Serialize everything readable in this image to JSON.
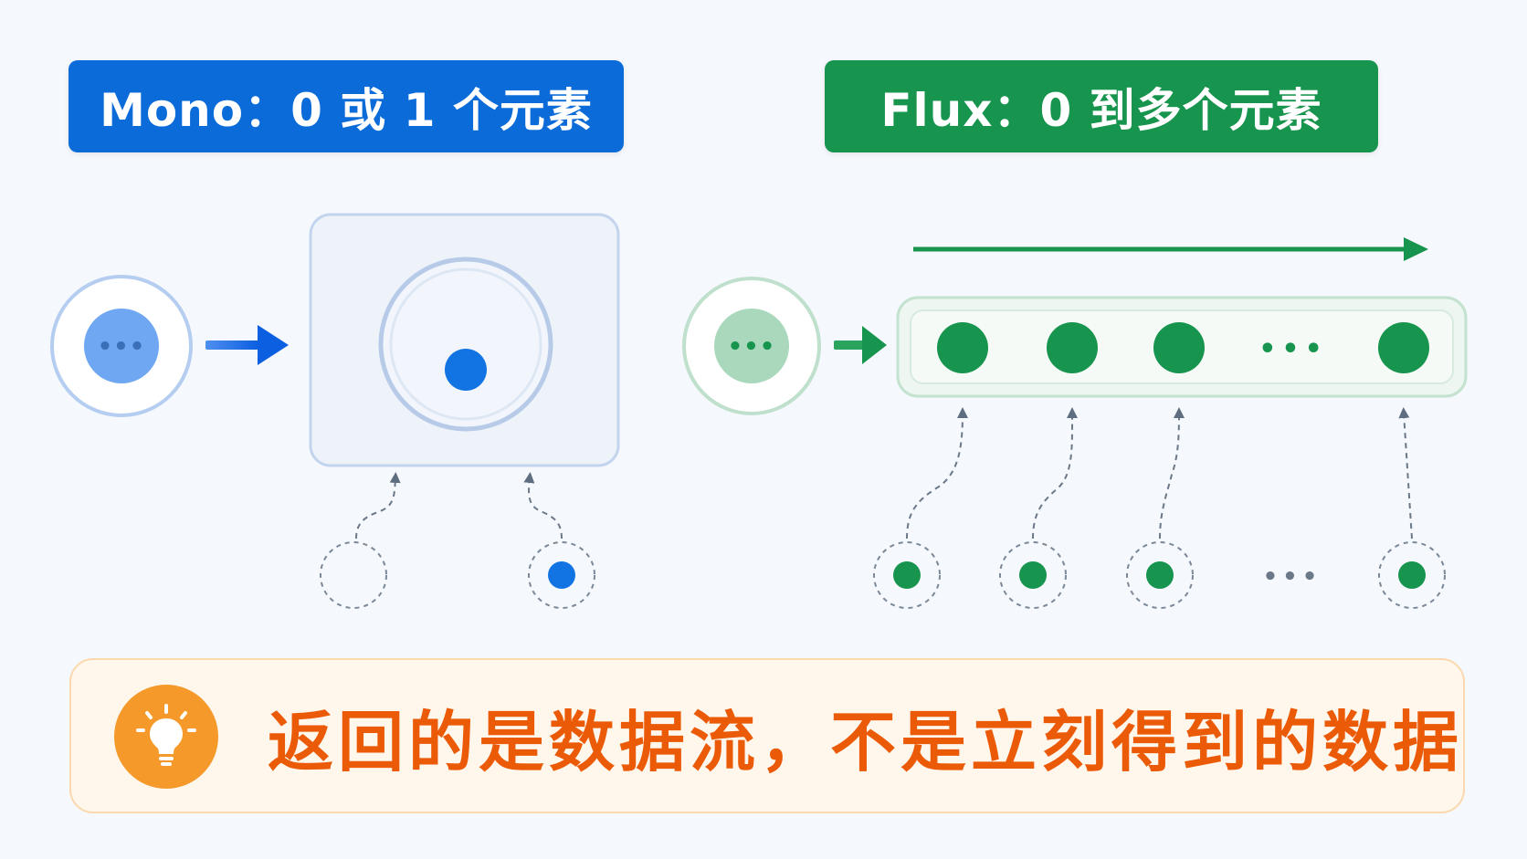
{
  "mono": {
    "title": "Mono：0 或 1 个元素",
    "color": "#0b6bd8"
  },
  "flux": {
    "title": "Flux：0 到多个元素",
    "color": "#17944d"
  },
  "source_icon_glyph": "•••",
  "flux_ellipsis": "•••",
  "tip": {
    "text": "返回的是数据流，不是立刻得到的数据",
    "icon": "lightbulb-icon",
    "color": "#ea5a07"
  }
}
